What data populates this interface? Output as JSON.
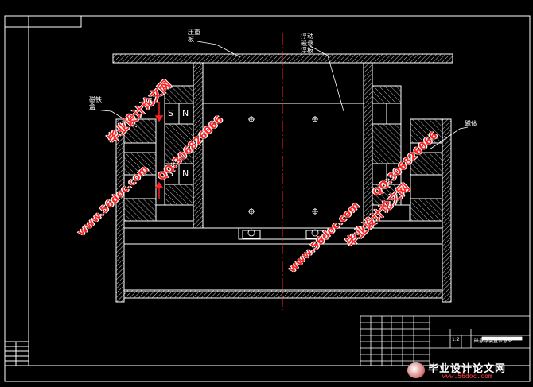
{
  "labels": {
    "pressure_plate": "压重\n板",
    "floating_plate": "浮动\n磁悬\n浮板",
    "magnet_box": "磁铁\n盒",
    "magnet": "磁体"
  },
  "magnet_poles": [
    "S",
    "N",
    "S",
    "N"
  ],
  "title_block": {
    "drawing_title": "磁悬浮装置示意图",
    "scale": "1:2"
  },
  "watermarks": {
    "zh": "毕业设计论文网",
    "url": "www.56doc.com",
    "qq": "QQ:306826066"
  },
  "banner": {
    "title": "毕业设计论文网",
    "site": "www.56doc.com"
  },
  "colors": {
    "background": "#000000",
    "line": "#ffffff",
    "centerline": "#ff2020",
    "watermark": "#ff2020"
  }
}
